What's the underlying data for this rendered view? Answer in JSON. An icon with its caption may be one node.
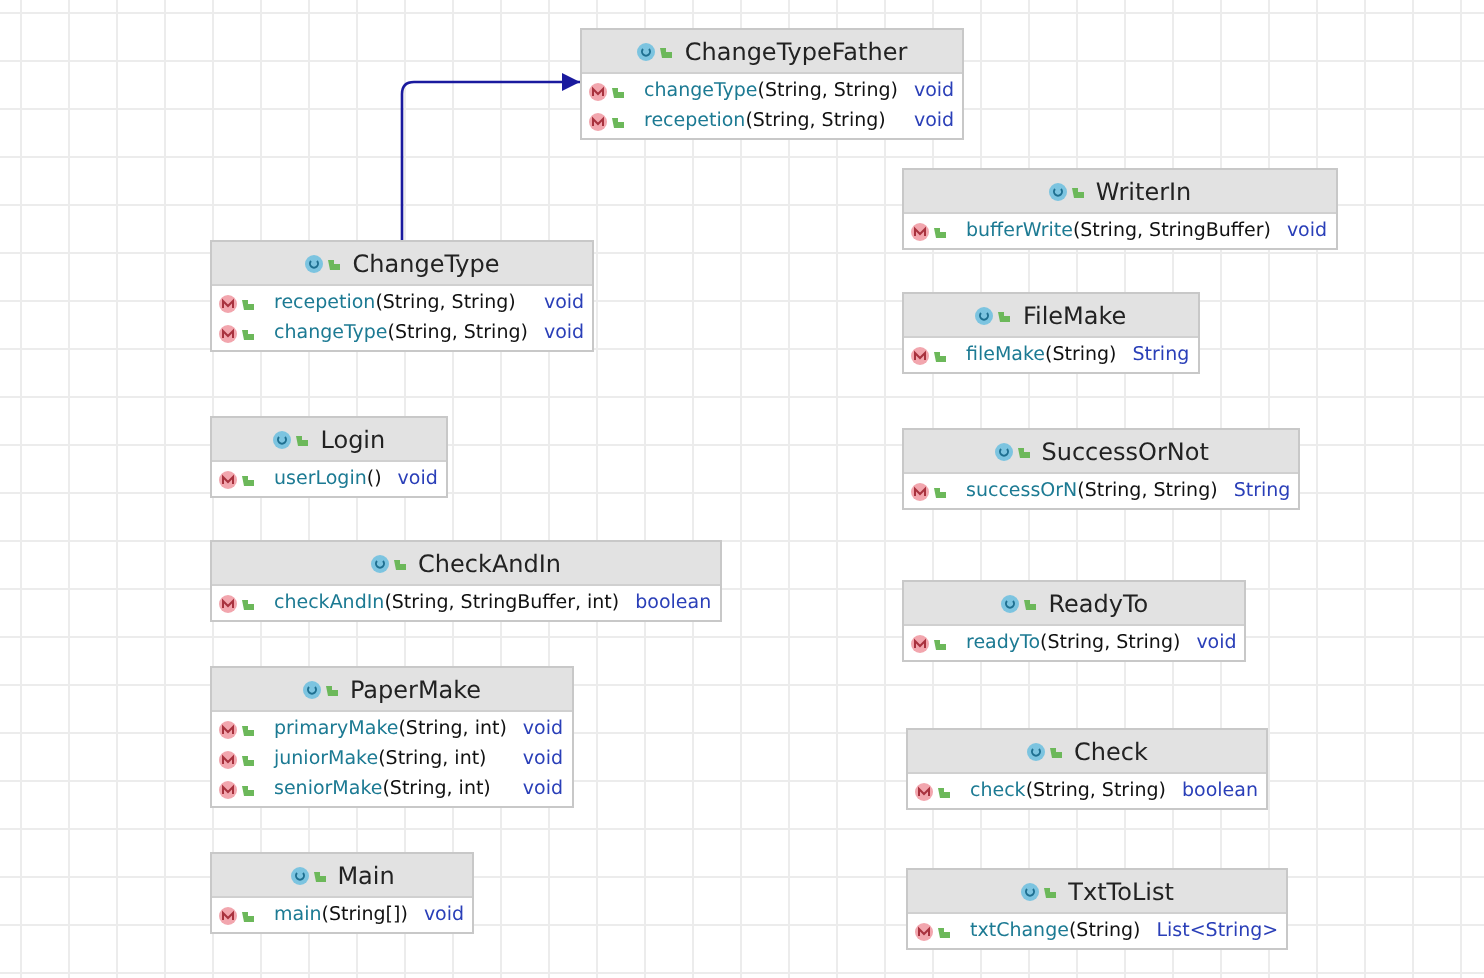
{
  "diagram": {
    "nodes": [
      {
        "text": [
          "ChangeTypeFather",
          "changeType(String, String)",
          "void",
          "recepetion(String, String)",
          "void"
        ]
      },
      {
        "text": [
          "ChangeType",
          "recepetion(String, String)",
          "void",
          "changeType(String, String)",
          "void"
        ]
      },
      {
        "text": [
          "Login",
          "userLogin()",
          "void"
        ]
      },
      {
        "text": [
          "CheckAndIn",
          "checkAndIn(String, StringBuffer, int)",
          "boolean"
        ]
      },
      {
        "text": [
          "PaperMake",
          "primaryMake(String, int)",
          "void",
          "juniorMake(String, int)",
          "void",
          "seniorMake(String, int)",
          "void"
        ]
      },
      {
        "text": [
          "Main",
          "main(String[])",
          "void"
        ]
      },
      {
        "text": [
          "WriterIn",
          "bufferWrite(String, StringBuffer)",
          "void"
        ]
      },
      {
        "text": [
          "FileMake",
          "fileMake(String)",
          "String"
        ]
      },
      {
        "text": [
          "SuccessOrNot",
          "successOrN(String, String)",
          "String"
        ]
      },
      {
        "text": [
          "ReadyTo",
          "readyTo(String, String)",
          "void"
        ]
      },
      {
        "text": [
          "Check",
          "check(String, String)",
          "boolean"
        ]
      },
      {
        "text": [
          "TxtToList",
          "txtChange(String)",
          "List<String>"
        ]
      }
    ],
    "edges": [
      {
        "from": 1,
        "to": 0,
        "arrow": "to"
      }
    ]
  }
}
